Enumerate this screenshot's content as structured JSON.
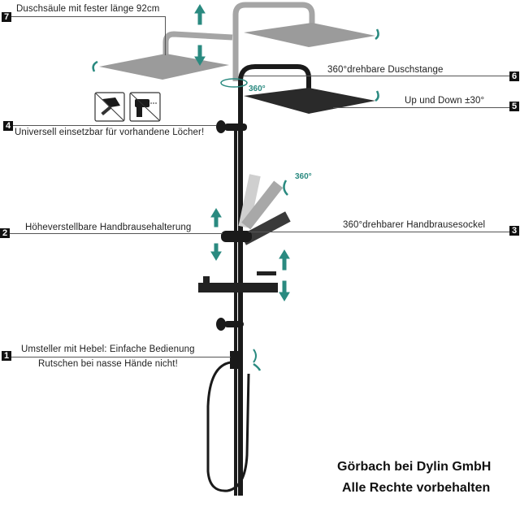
{
  "callouts": [
    {
      "number": "7",
      "text": "Duschsäule mit fester länge 92cm"
    },
    {
      "number": "6",
      "text": "360°drehbare Duschstange"
    },
    {
      "number": "5",
      "text": "Up und Down ±30°"
    },
    {
      "number": "4",
      "text": "Universell einsetzbar für vorhandene Löcher!"
    },
    {
      "number": "3",
      "text": "360°drehbarer Handbrausesockel"
    },
    {
      "number": "2",
      "text": "Höheverstellbare Handbrausehalterung"
    },
    {
      "number": "1",
      "text": "Umsteller mit Hebel: Einfache Bedienung",
      "subtext": "Rutschen bei nasse Hände nicht!"
    }
  ],
  "rotation_labels": {
    "arm": "360°",
    "handshower": "360°"
  },
  "no_tool_icons": [
    "no-hammer-icon",
    "no-drill-icon"
  ],
  "copyright": {
    "line1": "Görbach bei Dylin GmbH",
    "line2": "Alle Rechte vorbehalten"
  },
  "colors": {
    "accent": "#2a8a80",
    "product_black": "#1a1a1a",
    "product_gray": "#9a9a9a",
    "text": "#222222"
  }
}
